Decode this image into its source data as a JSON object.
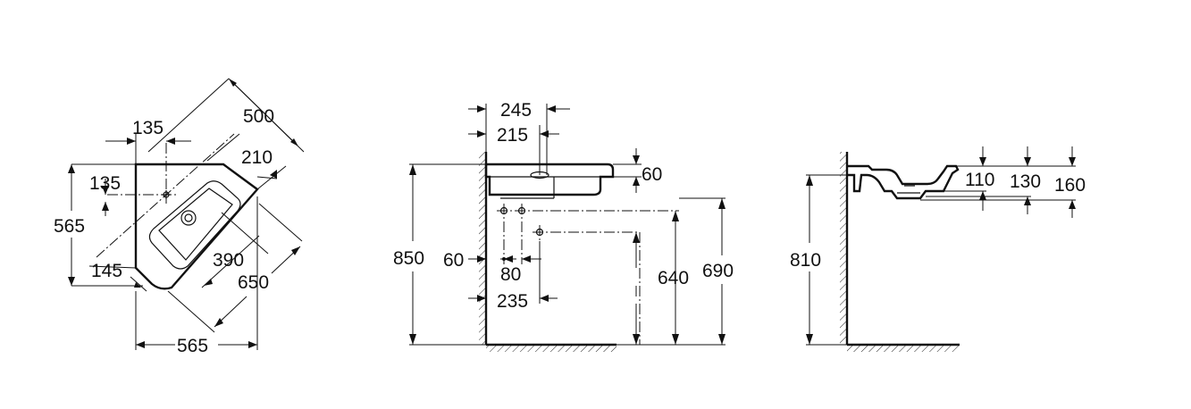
{
  "plan_view": {
    "dim_500": "500",
    "dim_135_top": "135",
    "dim_210": "210",
    "dim_135_left": "135",
    "dim_565_left": "565",
    "dim_390": "390",
    "dim_145": "145",
    "dim_650": "650",
    "dim_565_bottom": "565"
  },
  "front_view": {
    "dim_245": "245",
    "dim_215": "215",
    "dim_60_right": "60",
    "dim_850": "850",
    "dim_60_left": "60",
    "dim_80": "80",
    "dim_640": "640",
    "dim_690": "690",
    "dim_235": "235"
  },
  "side_view": {
    "dim_110": "110",
    "dim_130": "130",
    "dim_160": "160",
    "dim_810": "810"
  }
}
